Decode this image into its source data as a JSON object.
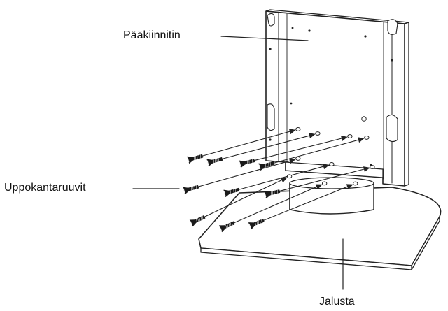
{
  "labels": {
    "bracket": "Pääkiinnitin",
    "screws": "Uppokantaruuvit",
    "stand": "Jalusta"
  },
  "colors": {
    "line": "#222222",
    "fill": "#ffffff",
    "screw": "#1a1a1a"
  },
  "icons": {
    "bracket": "mounting-bracket-icon",
    "screw": "countersunk-screw-icon",
    "stand": "stand-base-icon"
  }
}
